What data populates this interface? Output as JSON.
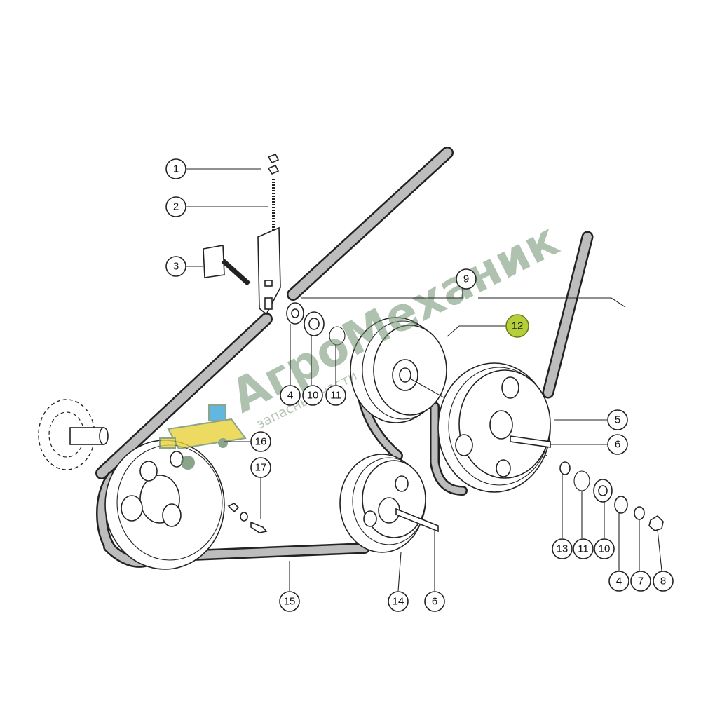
{
  "callouts": [
    {
      "id": "c1",
      "label": "1",
      "highlight": false
    },
    {
      "id": "c2",
      "label": "2",
      "highlight": false
    },
    {
      "id": "c3",
      "label": "3",
      "highlight": false
    },
    {
      "id": "c9",
      "label": "9",
      "highlight": false
    },
    {
      "id": "c12",
      "label": "12",
      "highlight": true
    },
    {
      "id": "c4a",
      "label": "4",
      "highlight": false
    },
    {
      "id": "c10a",
      "label": "10",
      "highlight": false
    },
    {
      "id": "c11a",
      "label": "11",
      "highlight": false
    },
    {
      "id": "c5",
      "label": "5",
      "highlight": false
    },
    {
      "id": "c6a",
      "label": "6",
      "highlight": false
    },
    {
      "id": "c16",
      "label": "16",
      "highlight": false
    },
    {
      "id": "c17",
      "label": "17",
      "highlight": false
    },
    {
      "id": "c13",
      "label": "13",
      "highlight": false
    },
    {
      "id": "c11b",
      "label": "11",
      "highlight": false
    },
    {
      "id": "c10b",
      "label": "10",
      "highlight": false
    },
    {
      "id": "c4b",
      "label": "4",
      "highlight": false
    },
    {
      "id": "c7",
      "label": "7",
      "highlight": false
    },
    {
      "id": "c8",
      "label": "8",
      "highlight": false
    },
    {
      "id": "c15",
      "label": "15",
      "highlight": false
    },
    {
      "id": "c14",
      "label": "14",
      "highlight": false
    },
    {
      "id": "c6b",
      "label": "6",
      "highlight": false
    }
  ],
  "watermark": {
    "brand": "АгроМеханик",
    "tagline": "запасные части"
  },
  "colors": {
    "line": "#222222",
    "highlight": "#b5cf3a",
    "belt_texture": "#bdbdbd",
    "watermark_green": "#6f8f6f",
    "logo_yellow": "#e8d23a",
    "logo_blue": "#3aa6d8"
  }
}
